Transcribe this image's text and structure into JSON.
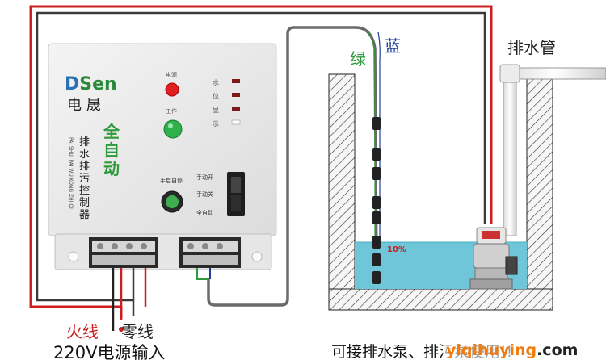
{
  "brand": {
    "logo": "DSen",
    "name": "电 晟",
    "colors": {
      "logo_green": "#2a8a3a",
      "logo_blue": "#2a72b5"
    }
  },
  "panel": {
    "title_vertical_green": "全自动",
    "title_vertical_black": "排水排污控制器",
    "model_vertical": "PAI SHUI PAI WU KONG ZHI QI",
    "power_label": "电源",
    "work_label": "工作",
    "indicator_labels": [
      "水",
      "位",
      "显",
      "示"
    ],
    "start_stop_label": "手启自停",
    "mode_labels": [
      "手动开",
      "手动关",
      "全自动"
    ]
  },
  "labels": {
    "green_wire": "绿",
    "blue_wire": "蓝",
    "drain_pipe": "排水管",
    "level_percent": "10%",
    "live_wire": "火线",
    "neutral_wire": "零线",
    "power_input": "220V电源输入",
    "bottom_caption": "可接排水泵、排污泵使用!!",
    "watermark": "ylqihuying.com"
  },
  "colors": {
    "red_wire": "#cc2020",
    "water": "#6ec6d8",
    "green_label": "#2e9a3a",
    "blue_label": "#1f3f9a",
    "watermark_orange": "#f07c10",
    "watermark_black": "#222222"
  }
}
